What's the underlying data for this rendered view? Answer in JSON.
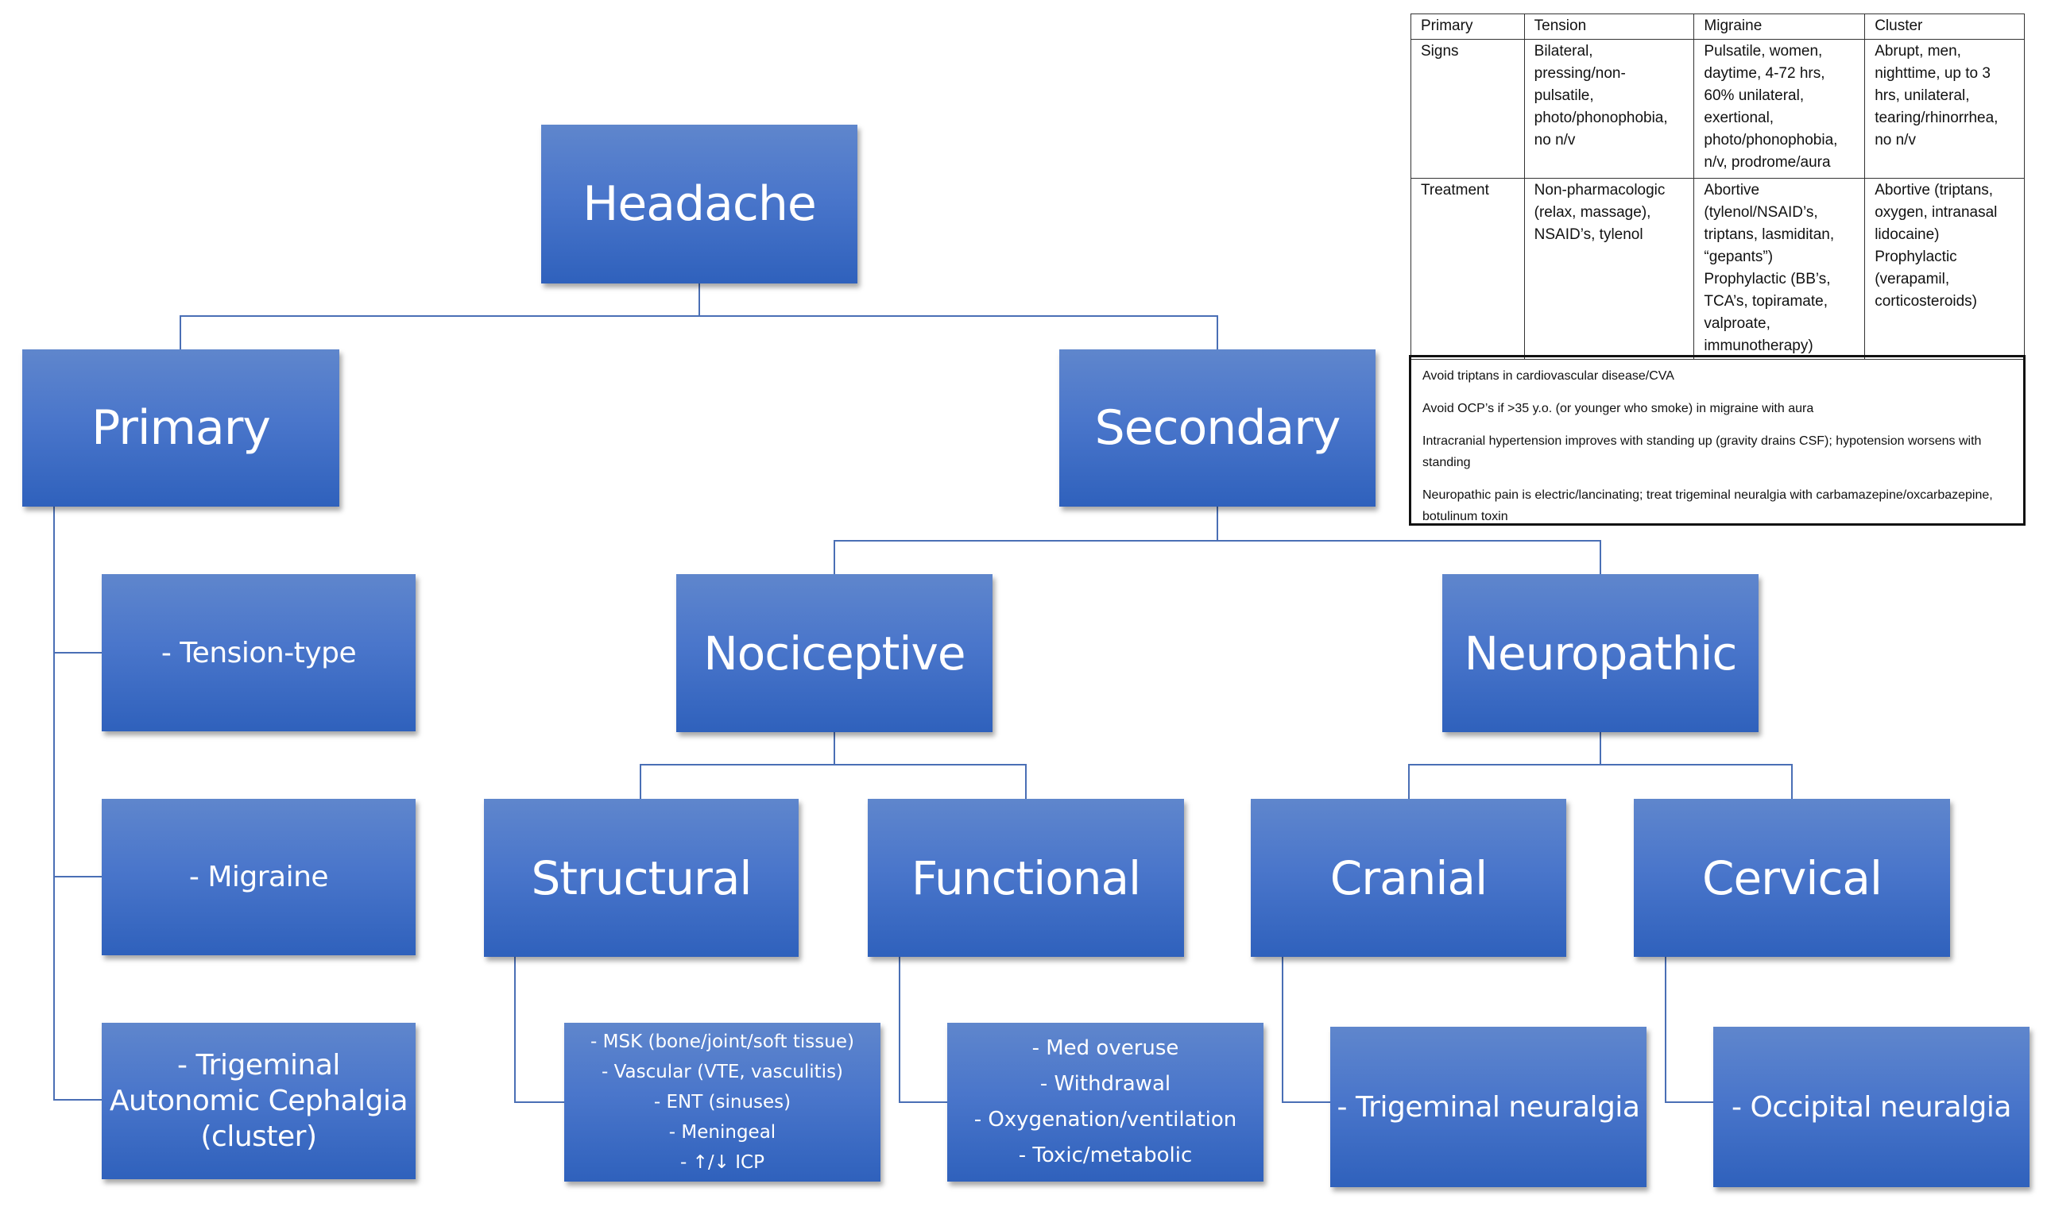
{
  "diagram": {
    "root": {
      "label": "Headache"
    },
    "primary": {
      "label": "Primary",
      "children": [
        {
          "label": "- Tension-type"
        },
        {
          "label": "- Migraine"
        },
        {
          "lines": [
            "- Trigeminal",
            "Autonomic Cephalgia",
            "(cluster)"
          ]
        }
      ]
    },
    "secondary": {
      "label": "Secondary",
      "nociceptive": {
        "label": "Nociceptive",
        "structural": {
          "label": "Structural",
          "items": [
            "- MSK (bone/joint/soft tissue)",
            "- Vascular (VTE, vasculitis)",
            "- ENT (sinuses)",
            "- Meningeal",
            "- ↑/↓ ICP"
          ]
        },
        "functional": {
          "label": "Functional",
          "items": [
            "- Med overuse",
            "- Withdrawal",
            "- Oxygenation/ventilation",
            "- Toxic/metabolic"
          ]
        }
      },
      "neuropathic": {
        "label": "Neuropathic",
        "cranial": {
          "label": "Cranial",
          "items": [
            "- Trigeminal neuralgia"
          ]
        },
        "cervical": {
          "label": "Cervical",
          "items": [
            "- Occipital neuralgia"
          ]
        }
      }
    }
  },
  "table": {
    "header": [
      "Primary",
      "Tension",
      "Migraine",
      "Cluster"
    ],
    "rows": [
      {
        "label": "Signs",
        "cells": [
          [
            "Bilateral,",
            "pressing/non-",
            "pulsatile,",
            "photo/phonophobia,",
            "no n/v"
          ],
          [
            "Pulsatile, women,",
            "daytime, 4-72 hrs,",
            "60% unilateral,",
            "exertional,",
            "photo/phonophobia,",
            "n/v, prodrome/aura"
          ],
          [
            "Abrupt, men,",
            "nighttime, up to 3",
            "hrs, unilateral,",
            "tearing/rhinorrhea,",
            "no n/v"
          ]
        ]
      },
      {
        "label": "Treatment",
        "cells": [
          [
            "Non-pharmacologic",
            "(relax, massage),",
            "NSAID’s, tylenol"
          ],
          [
            "Abortive",
            "(tylenol/NSAID’s,",
            "triptans, lasmiditan,",
            "“gepants”)",
            "Prophylactic (BB’s,",
            "TCA’s, topiramate,",
            "valproate,",
            "immunotherapy)"
          ],
          [
            "Abortive (triptans,",
            "oxygen, intranasal",
            "lidocaine)",
            "Prophylactic",
            "(verapamil,",
            "corticosteroids)"
          ]
        ]
      }
    ]
  },
  "notes": [
    "Avoid triptans in cardiovascular disease/CVA",
    "Avoid OCP’s if >35 y.o. (or younger who smoke) in migraine with aura",
    "Intracranial hypertension improves with standing up (gravity drains CSF); hypotension worsens with standing",
    "Neuropathic pain is electric/lancinating; treat trigeminal neuralgia with carbamazepine/oxcarbazepine, botulinum toxin"
  ],
  "colors": {
    "box_top": "#5f86cc",
    "box_bottom": "#2f61bc",
    "connector": "#4a6fb5"
  }
}
